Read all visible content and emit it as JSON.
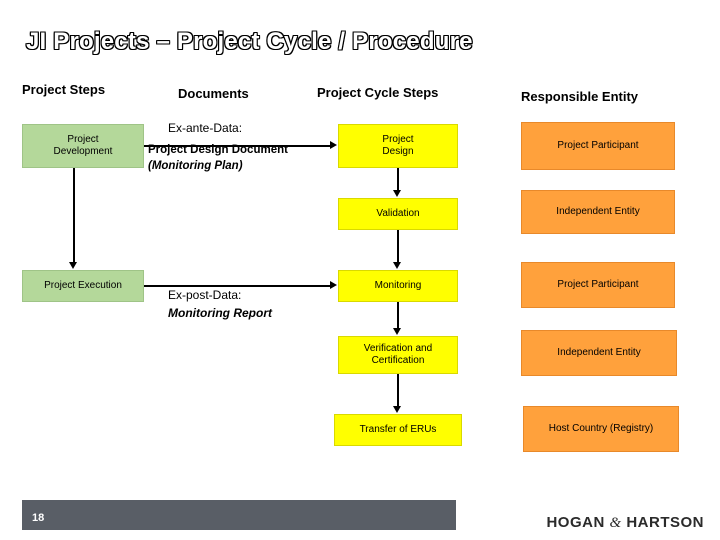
{
  "slide": {
    "title": "JI Projects – Project Cycle / Procedure",
    "page_number": "18",
    "brand": {
      "left": "HOGAN",
      "amp": "&",
      "right": "HARTSON"
    }
  },
  "columns": [
    {
      "label": "Project Steps"
    },
    {
      "label": "Documents"
    },
    {
      "label": "Project Cycle Steps"
    },
    {
      "label": "Responsible Entity"
    }
  ],
  "project_steps": [
    {
      "label": "Project\nDevelopment",
      "line1": "Project",
      "line2": "Development",
      "color": "#b4d89a"
    },
    {
      "label": "Project Execution",
      "color": "#b4d89a"
    }
  ],
  "documents": [
    {
      "text": "Ex-ante-Data:",
      "style": "normal"
    },
    {
      "text": "Project Design Document",
      "style": "bold"
    },
    {
      "text": "(Monitoring Plan)",
      "style": "bold-italic"
    },
    {
      "text": "Ex-post-Data:",
      "style": "normal"
    },
    {
      "text": "Monitoring Report",
      "style": "bold-italic"
    }
  ],
  "cycle_steps": [
    {
      "line1": "Project",
      "line2": "Design",
      "color": "#ffff00"
    },
    {
      "line1": "Validation",
      "line2": "",
      "color": "#ffff00"
    },
    {
      "line1": "Monitoring",
      "line2": "",
      "color": "#ffff00"
    },
    {
      "line1": "Verification and",
      "line2": "Certification",
      "color": "#ffff00"
    },
    {
      "line1": "Transfer of ERUs",
      "line2": "",
      "color": "#ffff00"
    }
  ],
  "responsible_entities": [
    {
      "label": "Project Participant",
      "color": "#ffa13c"
    },
    {
      "label": "Independent Entity",
      "color": "#ffa13c"
    },
    {
      "label": "Project Participant",
      "color": "#ffa13c"
    },
    {
      "label": "Independent Entity",
      "color": "#ffa13c"
    },
    {
      "label": "Host Country (Registry)",
      "color": "#ffa13c"
    }
  ]
}
